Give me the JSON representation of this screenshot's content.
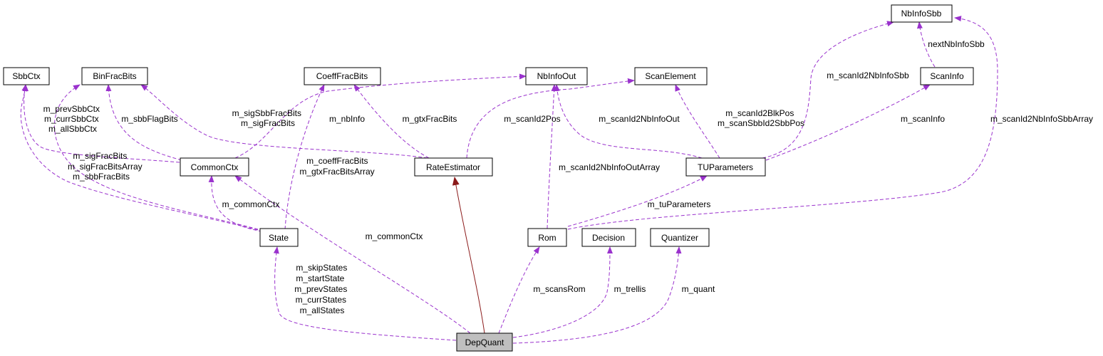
{
  "diagram": {
    "nodes": {
      "SbbCtx": "SbbCtx",
      "BinFracBits": "BinFracBits",
      "CoeffFracBits": "CoeffFracBits",
      "NbInfoOut": "NbInfoOut",
      "ScanElement": "ScanElement",
      "NbInfoSbb": "NbInfoSbb",
      "ScanInfo": "ScanInfo",
      "CommonCtx": "CommonCtx",
      "RateEstimator": "RateEstimator",
      "TUParameters": "TUParameters",
      "State": "State",
      "Rom": "Rom",
      "Decision": "Decision",
      "Quantizer": "Quantizer",
      "DepQuant": "DepQuant"
    },
    "edge_labels": {
      "common_sbbctx": [
        "m_prevSbbCtx",
        "m_currSbbCtx",
        "m_allSbbCtx"
      ],
      "common_binfrac": [
        "m_sbbFlagBits"
      ],
      "rate_binfrac": [
        "m_sigSbbFracBits",
        "m_sigFracBits"
      ],
      "common_nbinfo": [
        "m_nbInfo"
      ],
      "rate_coeff": [
        "m_gtxFracBits"
      ],
      "rate_scanelem": [
        "m_scanId2Pos"
      ],
      "tu_nbinfoout": [
        "m_scanId2NbInfoOut"
      ],
      "tu_scanelem": [
        "m_scanId2BlkPos",
        "m_scanSbbId2SbbPos"
      ],
      "tu_nbinfosbb": [
        "m_scanId2NbInfoSbb"
      ],
      "scaninfo_nbinfosbb": [
        "nextNbInfoSbb"
      ],
      "tu_scaninfo": [
        "m_scanInfo"
      ],
      "rom_nbinfosbb": [
        "m_scanId2NbInfoSbbArray"
      ],
      "state_binfrac": [
        "m_sigFracBits",
        "m_sigFracBitsArray",
        "m_sbbFracBits"
      ],
      "state_coeff": [
        "m_coeffFracBits",
        "m_gtxFracBitsArray"
      ],
      "rom_nbinfoout": [
        "m_scanId2NbInfoOutArray"
      ],
      "state_common": [
        "m_commonCtx"
      ],
      "rom_tu": [
        "m_tuParameters"
      ],
      "dep_common": [
        "m_commonCtx"
      ],
      "dep_state": [
        "m_skipStates",
        "m_startState",
        "m_prevStates",
        "m_currStates",
        "m_allStates"
      ],
      "dep_rom": [
        "m_scansRom"
      ],
      "dep_decision": [
        "m_trellis"
      ],
      "dep_quant": [
        "m_quant"
      ]
    },
    "colors": {
      "usage_edge": "#9a32cd",
      "inheritance_edge": "#8b1a1a",
      "focus_fill": "#bfbfbf"
    }
  }
}
